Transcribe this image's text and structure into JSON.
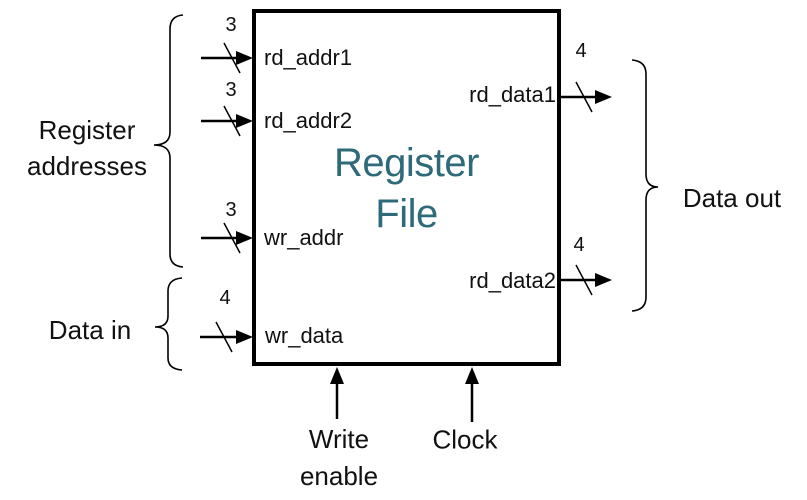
{
  "block": {
    "title_line1": "Register",
    "title_line2": "File",
    "title_color": "#2E6A7A"
  },
  "ports": {
    "rd_addr1": {
      "label": "rd_addr1",
      "width": "3"
    },
    "rd_addr2": {
      "label": "rd_addr2",
      "width": "3"
    },
    "wr_addr": {
      "label": "wr_addr",
      "width": "3"
    },
    "wr_data": {
      "label": "wr_data",
      "width": "4"
    },
    "rd_data1": {
      "label": "rd_data1",
      "width": "4"
    },
    "rd_data2": {
      "label": "rd_data2",
      "width": "4"
    }
  },
  "controls": {
    "write_enable": {
      "line1": "Write",
      "line2": "enable"
    },
    "clock": {
      "label": "Clock"
    }
  },
  "groups": {
    "register_addresses": {
      "line1": "Register",
      "line2": "addresses"
    },
    "data_in": {
      "label": "Data in"
    },
    "data_out": {
      "label": "Data out"
    }
  },
  "colors": {
    "ink": "#000000",
    "title_teal": "#2E6A7A"
  }
}
